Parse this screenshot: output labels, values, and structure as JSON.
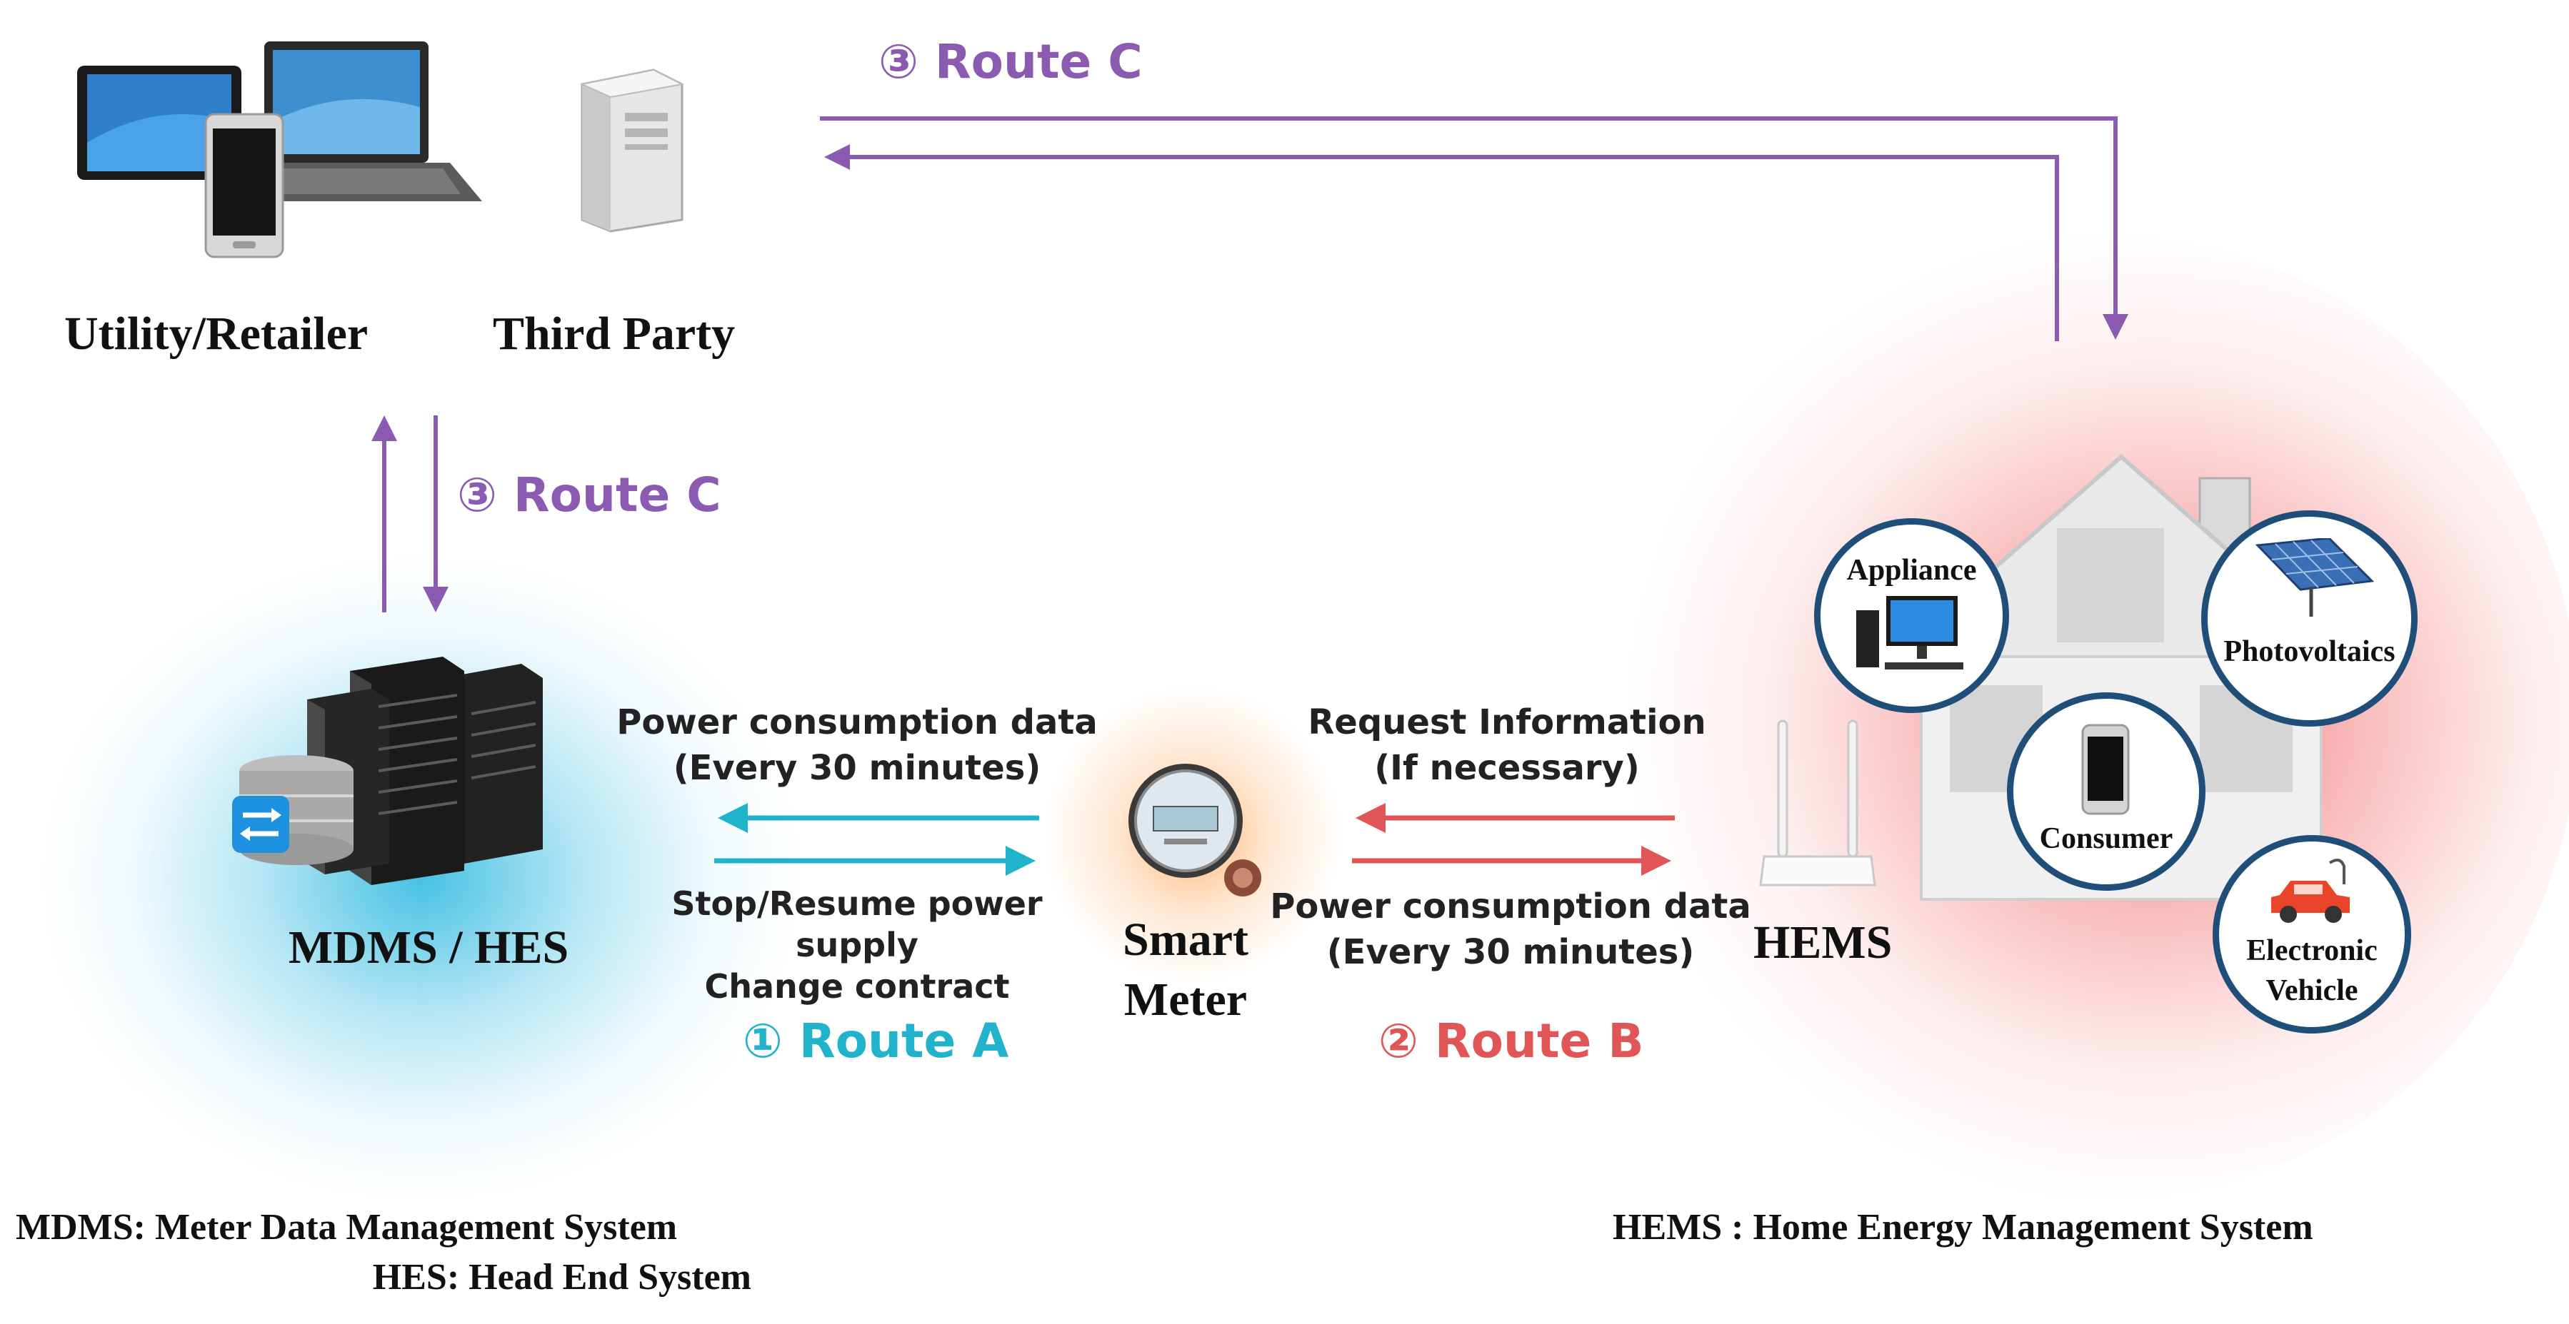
{
  "colors": {
    "route_a": "#22b3cc",
    "route_b": "#e05555",
    "route_c": "#8a5bb0",
    "circle_border": "#1f4e79"
  },
  "actors": {
    "utility_retailer": "Utility/Retailer",
    "third_party": "Third Party",
    "mdms_hes": "MDMS / HES",
    "smart_meter_line1": "Smart",
    "smart_meter_line2": "Meter",
    "hems": "HEMS"
  },
  "routes": {
    "route_a": "① Route A",
    "route_b": "② Route B",
    "route_c_top": "③ Route C",
    "route_c_left": "③ Route C"
  },
  "flows": {
    "route_a_upper_line1": "Power consumption data",
    "route_a_upper_line2": "(Every 30 minutes)",
    "route_a_lower_line1": "Stop/Resume power supply",
    "route_a_lower_line2": "Change contract",
    "route_b_upper_line1": "Request Information",
    "route_b_upper_line2": "(If necessary)",
    "route_b_lower_line1": "Power consumption data",
    "route_b_lower_line2": "(Every 30 minutes)"
  },
  "home_devices": {
    "appliance": "Appliance",
    "photovoltaics": "Photovoltaics",
    "consumer": "Consumer",
    "ev_line1": "Electronic",
    "ev_line2": "Vehicle"
  },
  "footnotes": {
    "mdms": "MDMS: Meter Data Management System",
    "hes": "HES: Head End System",
    "hems": "HEMS : Home Energy Management System"
  }
}
